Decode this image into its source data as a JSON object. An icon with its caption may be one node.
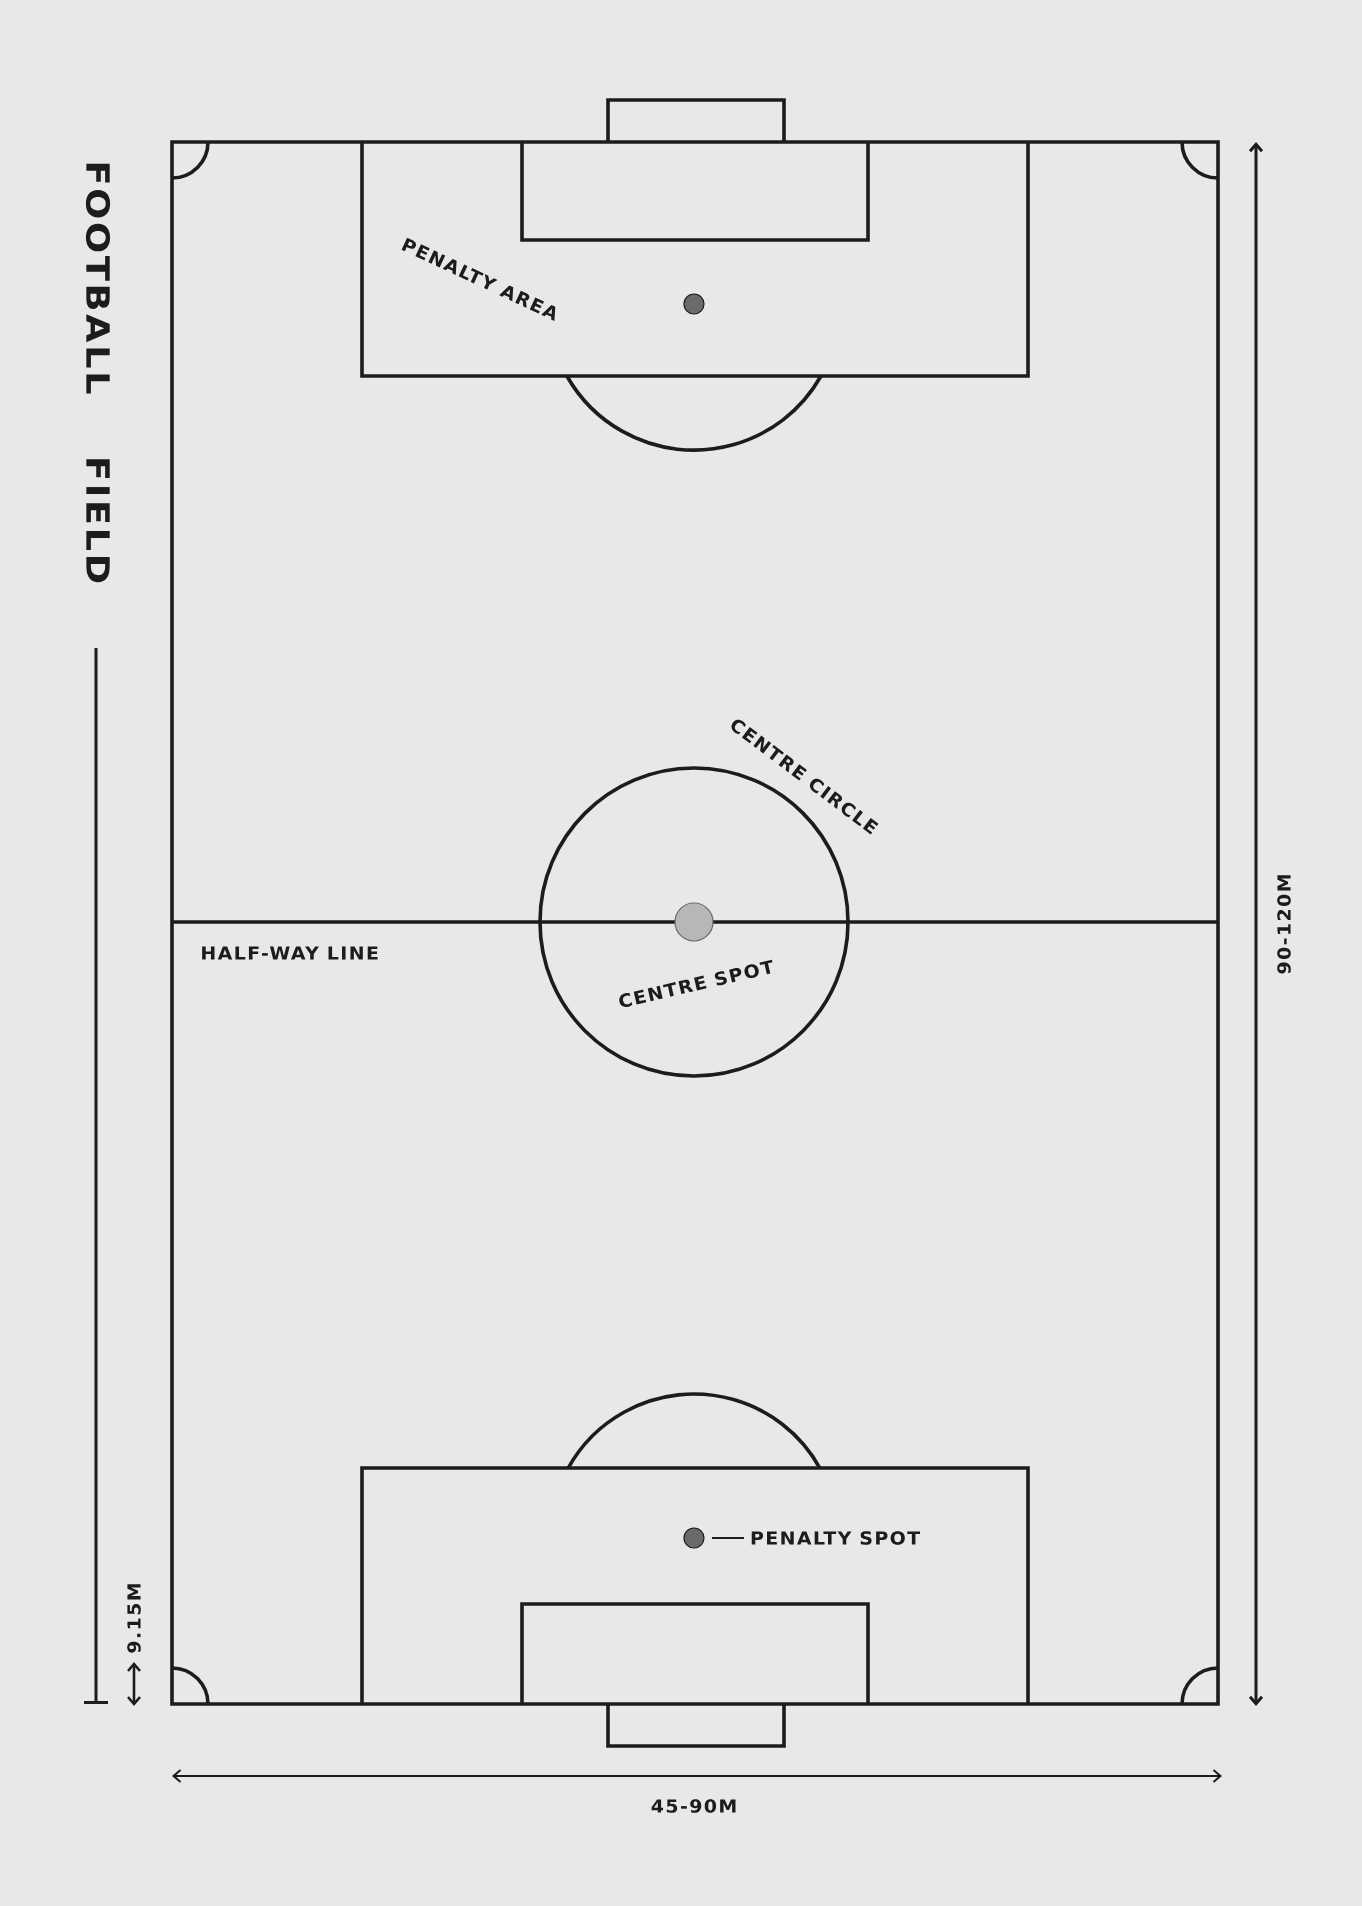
{
  "diagram": {
    "title": "FOOTBALL FIELD",
    "nodes": [
      {
        "text": [],
        "shape": "circle"
      },
      {
        "text": [
          "PENALTY SPOT"
        ]
      }
    ],
    "edges": [
      {
        "from": 1,
        "to": 0,
        "arrow": "none"
      }
    ],
    "labels": [
      "PENALTY AREA",
      "CENTRE CIRCLE",
      "90-120M",
      "HALF-WAY LINE",
      "CENTRE SPOT",
      "9.15M",
      "45-90M"
    ]
  }
}
